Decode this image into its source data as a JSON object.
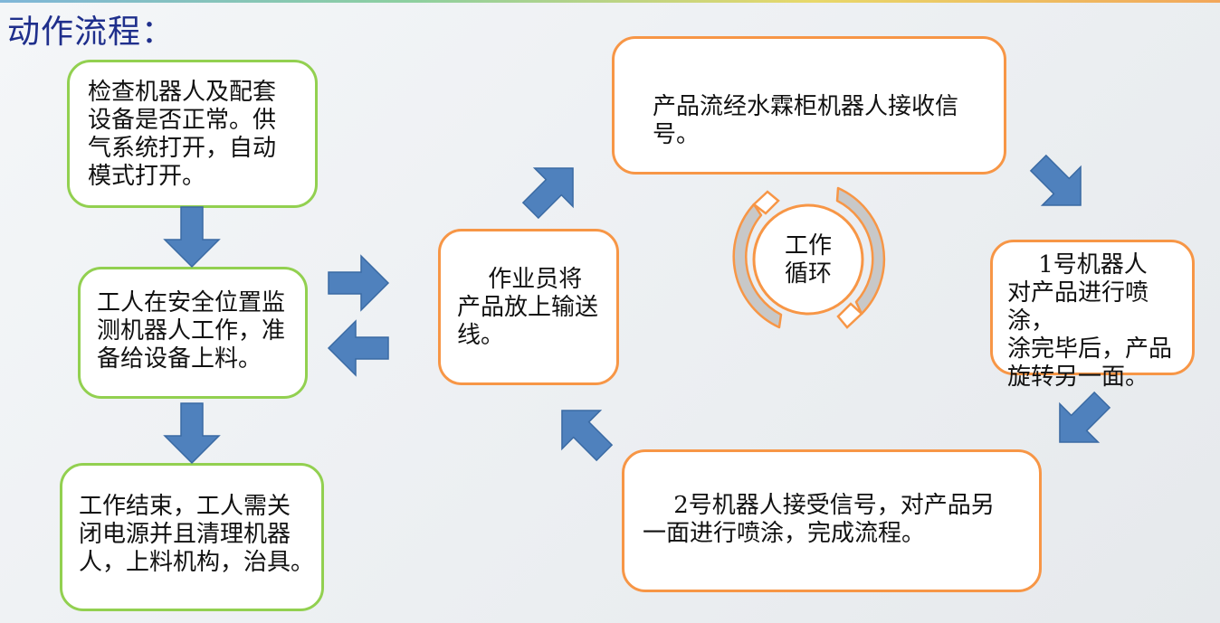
{
  "title": "动作流程：",
  "boxes": {
    "check": "检查机器人及配套\n设备是否正常。供\n气系统打开，自动\n模式打开。",
    "monitor": "工人在安全位置监\n测机器人工作，准\n备给设备上料。",
    "end": "工作结束，工人需关\n闭电源并且清理机器\n人，上料机构，治具。",
    "operator": "　 作业员将\n产品放上输送\n线。",
    "signal": "产品流经水霖柜机器人接收信号。",
    "robot1": "　 1号机器人\n对产品进行喷涂，\n涂完毕后，产品\n旋转另一面。",
    "robot2": "　 2号机器人接受信号，对产品另\n一面进行喷涂，完成流程。"
  },
  "cycle": {
    "label": "工作\n循环"
  },
  "colors": {
    "green_border": "#92d050",
    "orange_border": "#f79646",
    "arrow_blue": "#4f81bd",
    "title_blue": "#1f2f8c"
  }
}
